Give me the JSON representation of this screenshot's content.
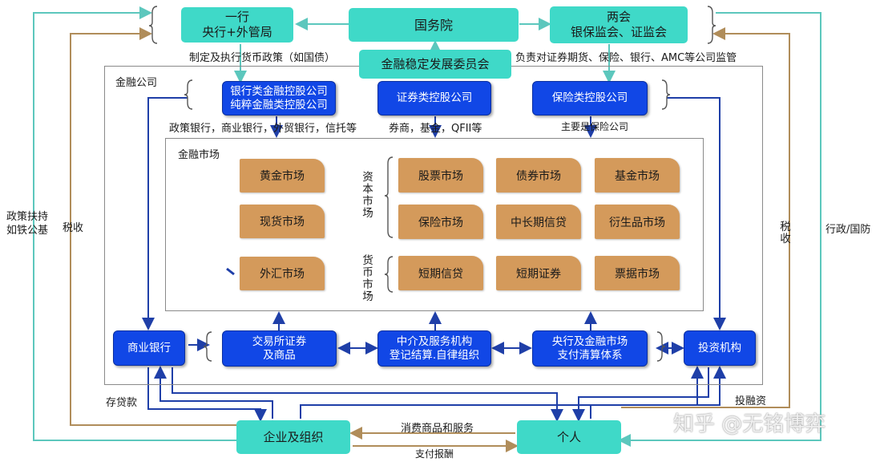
{
  "top": {
    "pboc_line1": "一行",
    "pboc_line2": "央行+外管局",
    "state_council": "国务院",
    "two_line1": "两会",
    "two_line2": "银保监会、证监会",
    "stability_committee": "金融稳定发展委员会",
    "monetary_policy_label": "制定及执行货币政策（如国债）",
    "supervision_label": "负责对证券期货、保险、银行、AMC等公司监管"
  },
  "financial_company": {
    "title": "金融公司",
    "bank_holding_line1": "银行类金融控股公司",
    "bank_holding_line2": "纯粹金融类控股公司",
    "securities_holding": "证券类控股公司",
    "insurance_holding": "保险类控股公司",
    "bank_types_label": "政策银行，商业银行，外贸银行，信托等",
    "securities_types_label": "券商，基金，QFII等",
    "insurance_types_label": "主要是保险公司"
  },
  "market": {
    "title": "金融市场",
    "gold": "黄金市场",
    "spot": "现货市场",
    "fx": "外汇市场",
    "capital_market_label": "资本市场",
    "money_market_label": "货币市场",
    "stock": "股票市场",
    "bond": "债券市场",
    "fund": "基金市场",
    "insurance": "保险市场",
    "mid_long_credit": "中长期信贷",
    "derivatives": "衍生品市场",
    "short_credit": "短期信贷",
    "short_securities": "短期证券",
    "bills": "票据市场"
  },
  "infrastructure": {
    "commercial_bank": "商业银行",
    "exchange_line1": "交易所证券",
    "exchange_line2": "及商品",
    "intermediary_line1": "中介及服务机构",
    "intermediary_line2": "登记结算.自律组织",
    "clearing_line1": "央行及金融市场",
    "clearing_line2": "支付清算体系",
    "investment_inst": "投资机构"
  },
  "bottom": {
    "enterprise": "企业及组织",
    "individual": "个人",
    "deposit_loan": "存贷款",
    "invest_finance": "投融资",
    "consumer_goods": "消费商品和服务",
    "payment": "支付报酬"
  },
  "sides": {
    "policy_support_line1": "政策扶持",
    "policy_support_line2": "如铁公基",
    "tax_left": "税收",
    "tax_right": "税收",
    "admin_defense": "行政/国防"
  },
  "watermark": "知乎 @无铭博弈",
  "colors": {
    "teal": "#3fd9c8",
    "blue": "#1147e6",
    "orange": "#d49a5b",
    "tan_line": "#b08d5a",
    "teal_line": "#5cc7bd",
    "blue_line": "#1f3fa8"
  }
}
